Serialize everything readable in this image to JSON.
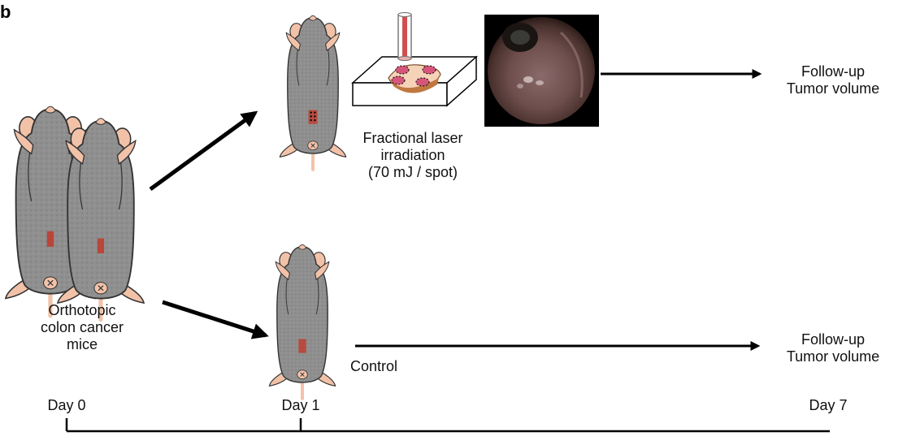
{
  "panel_letter": "b",
  "groups": {
    "start": {
      "lines": [
        "Orthotopic",
        "colon cancer",
        "mice"
      ]
    },
    "laser": {
      "lines": [
        "Fractional laser",
        "irradiation",
        "(70 mJ / spot)"
      ]
    },
    "control": {
      "label": "Control"
    }
  },
  "outcomes": {
    "top": {
      "lines": [
        "Follow-up",
        "Tumor volume"
      ]
    },
    "bottom": {
      "lines": [
        "Follow-up",
        "Tumor volume"
      ]
    }
  },
  "timeline": {
    "day0": "Day 0",
    "day1": "Day 1",
    "day7": "Day 7"
  },
  "colors": {
    "mouse_body": "#8c8c8c",
    "mouse_skin": "#f2c2a8",
    "tumor": "#c0392b",
    "laser_beam": "#d05050",
    "endoscopy_bg": "#3a2420"
  }
}
